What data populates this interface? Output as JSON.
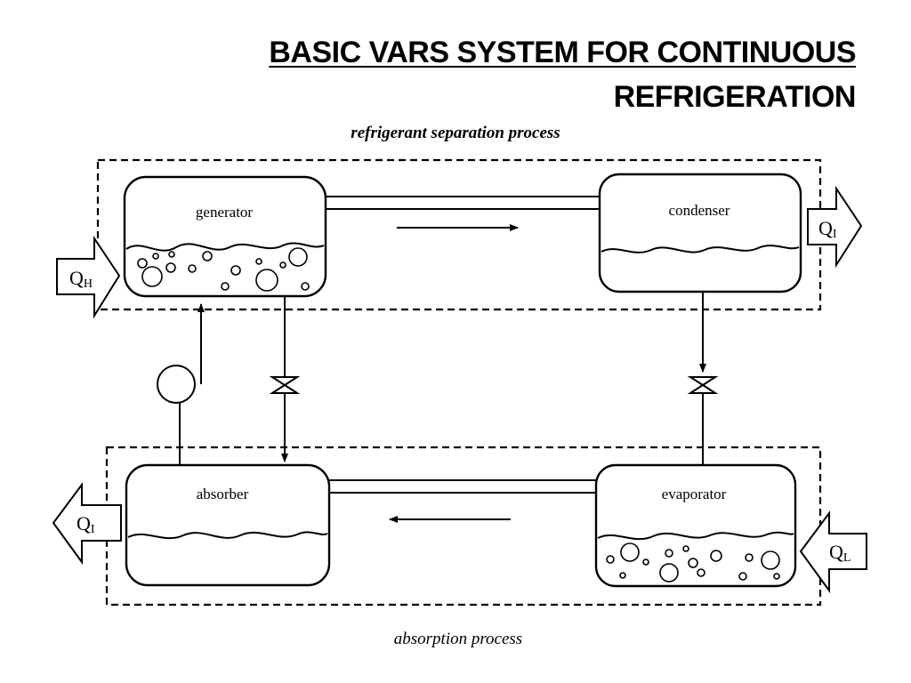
{
  "title": {
    "line1": "BASIC  VARS SYSTEM FOR CONTINUOUS",
    "line2": "REFRIGERATION"
  },
  "diagram": {
    "top_caption": "refrigerant separation process",
    "bottom_caption": "absorption process",
    "vessels": {
      "generator": "generator",
      "condenser": "condenser",
      "absorber": "absorber",
      "evaporator": "evaporator"
    },
    "heat_flows": {
      "generator_in": {
        "main": "Q",
        "sub": "H"
      },
      "condenser_out": {
        "main": "Q",
        "sub": "I"
      },
      "absorber_out": {
        "main": "Q",
        "sub": "I"
      },
      "evaporator_in": {
        "main": "Q",
        "sub": "L"
      }
    },
    "components": [
      "pump-icon",
      "expansion-valve-icon",
      "expansion-valve-icon"
    ],
    "stroke_color": "#000000",
    "background": "#ffffff"
  }
}
